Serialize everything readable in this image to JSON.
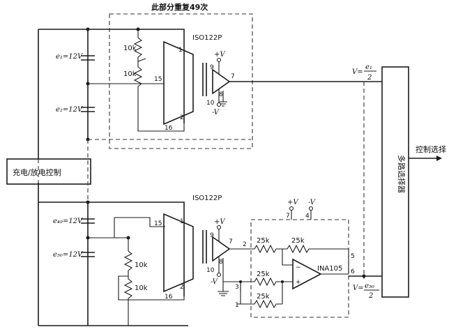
{
  "title": "此部分重复49次",
  "charge_block": "充电/放电控制",
  "mux_block": "多路选择器",
  "control_out": "控制选择",
  "caps": {
    "e1": "e₁=12V",
    "e2": "e₂=12V",
    "e49": "e₄₉=12V",
    "e50": "e₅₀=12V"
  },
  "resistors": {
    "r10k": "10k",
    "r25k": "25k"
  },
  "chips": {
    "iso_top": "ISO122P",
    "iso_bot": "ISO122P",
    "ina": "INA105"
  },
  "supply": {
    "pos": "+V",
    "neg": "-V"
  },
  "v_top": {
    "prefix": "V=",
    "num": "e₁",
    "den": "2"
  },
  "v_bot": {
    "prefix": "V=",
    "num": "e₅₀",
    "den": "2"
  },
  "pins": {
    "p1": "1",
    "p2": "2",
    "p3": "3",
    "p4": "4",
    "p5": "5",
    "p6": "6",
    "p7": "7",
    "p8": "8",
    "p9": "9",
    "p10": "10",
    "p15": "15",
    "p16": "16"
  }
}
